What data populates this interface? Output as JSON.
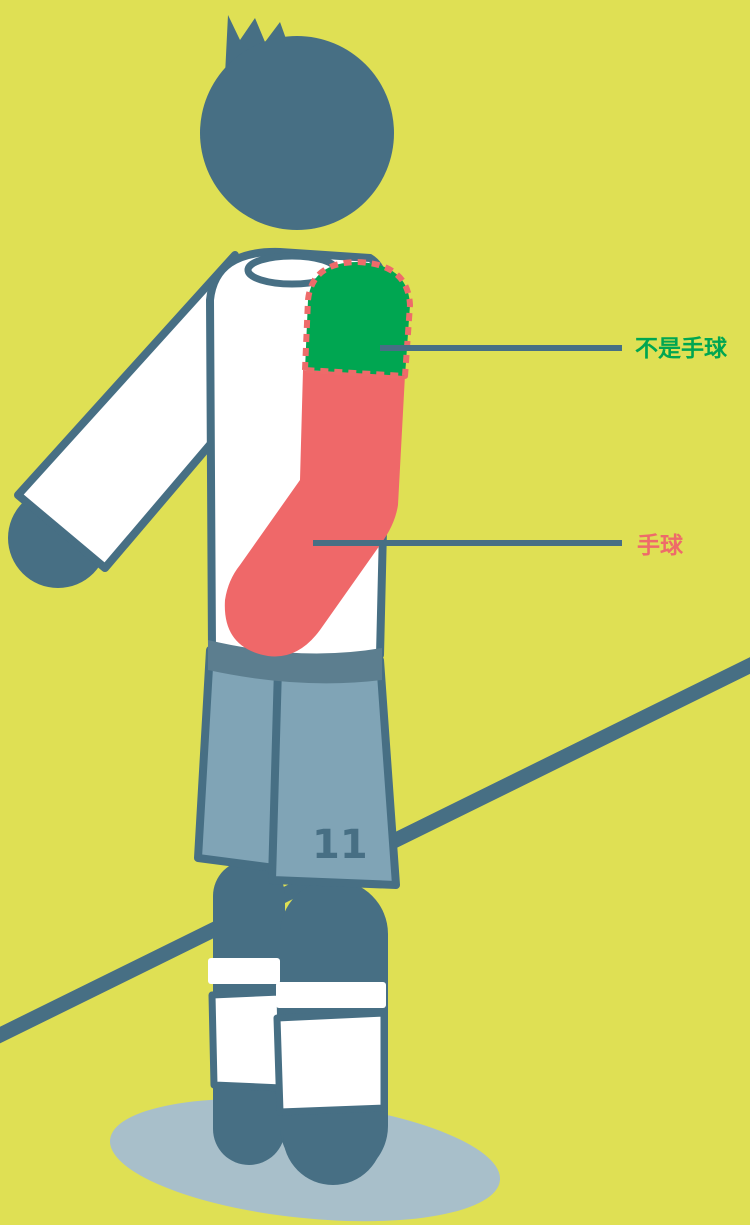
{
  "labels": {
    "not_handball": "不是手球",
    "handball": "手球"
  },
  "jersey_number": "11",
  "colors": {
    "background": "#dfe054",
    "player_dark": "#476f84",
    "shorts": "#80a4b6",
    "shadow": "#a8bfca",
    "shirt": "#ffffff",
    "not_handball_zone": "#00a651",
    "not_handball_border": "#ee6b6a",
    "handball_zone": "#ef6869",
    "not_handball_text": "#00a651",
    "handball_text": "#ee6b6a"
  }
}
